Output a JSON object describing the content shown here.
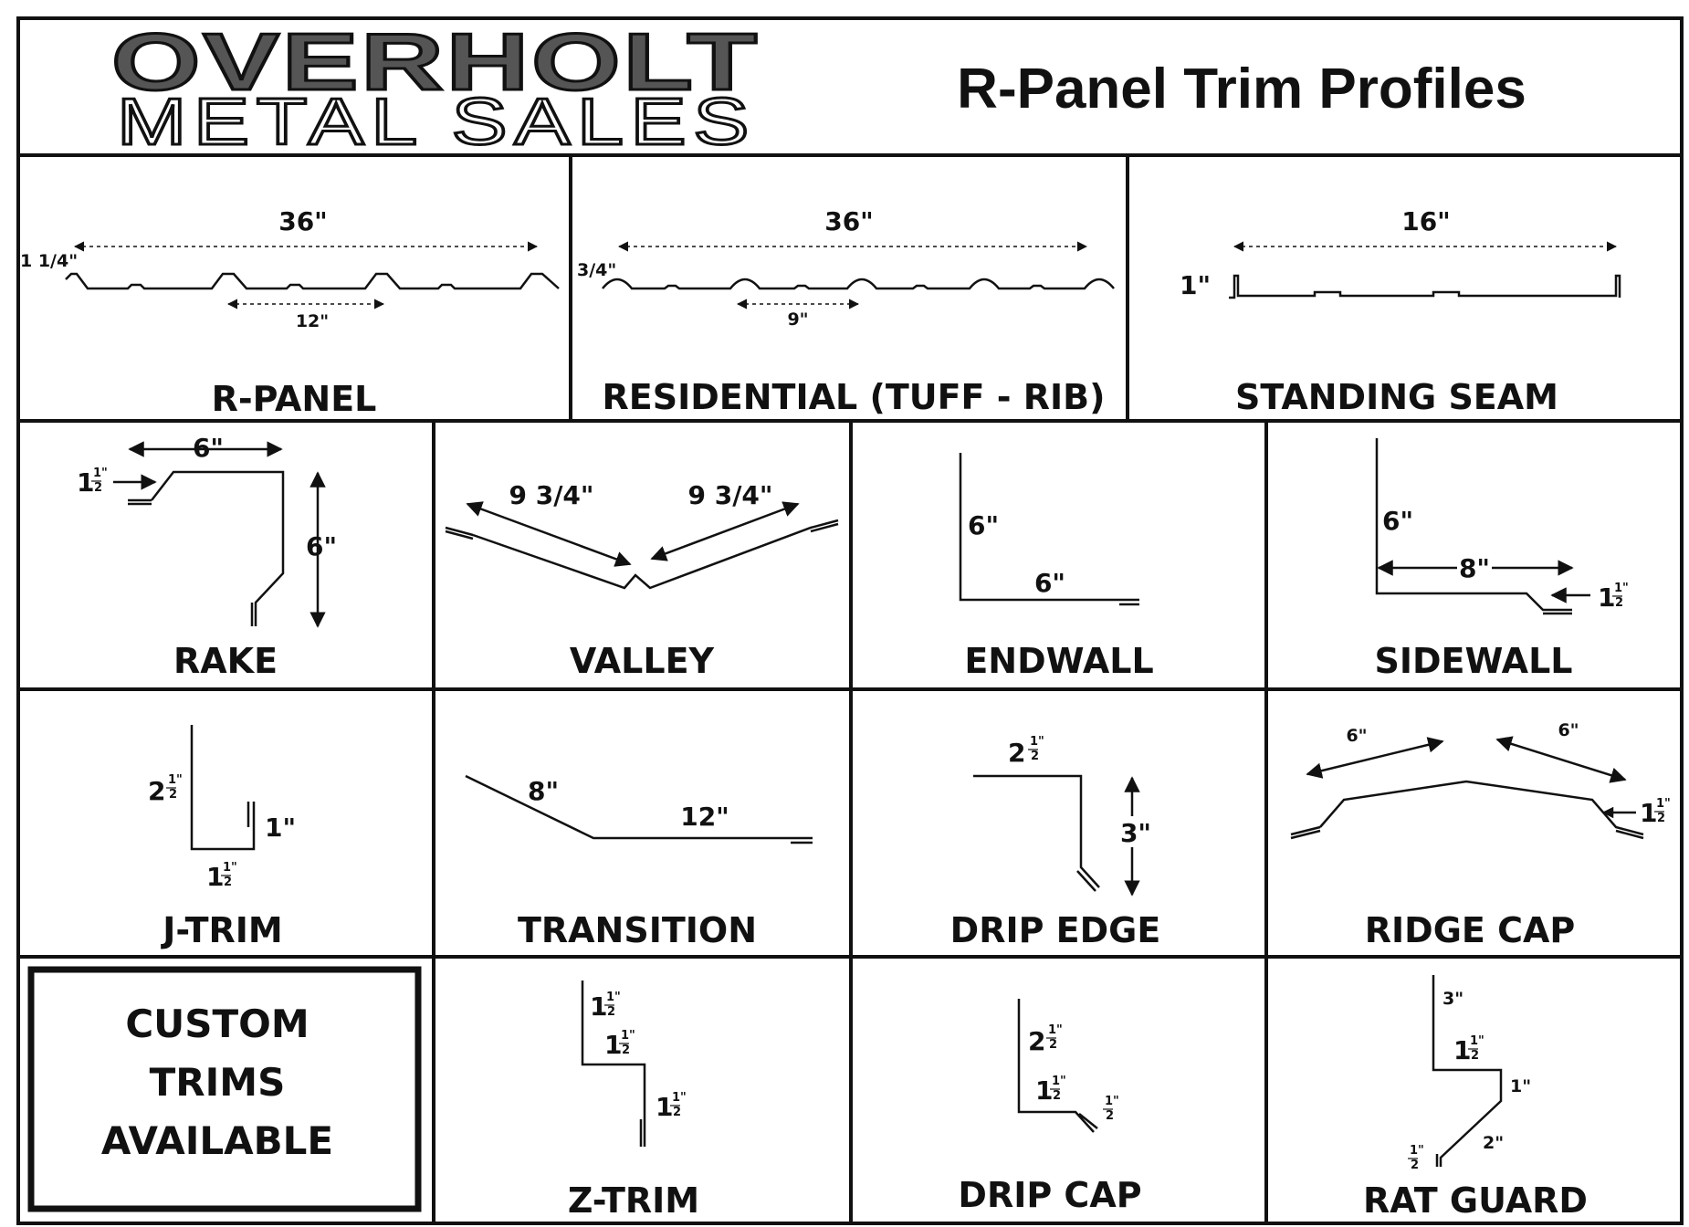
{
  "header": {
    "logo_top": "OVERHOLT",
    "logo_bottom": "METAL SALES",
    "title": "R-Panel Trim Profiles"
  },
  "panels": {
    "r_panel": {
      "label": "R-PANEL",
      "width": "36\"",
      "rib": "1 1/4\"",
      "spacing": "12\""
    },
    "residential": {
      "label": "RESIDENTIAL (TUFF - RIB)",
      "width": "36\"",
      "rib": "3/4\"",
      "spacing": "9\""
    },
    "standing_seam": {
      "label": "STANDING SEAM",
      "width": "16\"",
      "rib": "1\""
    }
  },
  "trims": {
    "rake": {
      "label": "RAKE",
      "top": "6\"",
      "side": "6\"",
      "hem": "1"
    },
    "valley": {
      "label": "VALLEY",
      "left": "9 3/4\"",
      "right": "9 3/4\""
    },
    "endwall": {
      "label": "ENDWALL",
      "vertical": "6\"",
      "horizontal": "6\""
    },
    "sidewall": {
      "label": "SIDEWALL",
      "vertical": "6\"",
      "horizontal": "8\"",
      "hem": "1"
    },
    "j_trim": {
      "label": "J-TRIM",
      "back": "2",
      "return": "1\"",
      "bottom": "1"
    },
    "transition": {
      "label": "TRANSITION",
      "slope": "8\"",
      "flat": "12\""
    },
    "drip_edge": {
      "label": "DRIP EDGE",
      "top": "2",
      "face": "3\""
    },
    "ridge_cap": {
      "label": "RIDGE CAP",
      "left": "6\"",
      "right": "6\"",
      "hem": "1"
    },
    "z_trim": {
      "label": "Z-TRIM",
      "a": "1",
      "b": "1",
      "c": "1"
    },
    "drip_cap": {
      "label": "DRIP CAP",
      "a": "2",
      "b": "1"
    },
    "rat_guard": {
      "label": "RAT GUARD",
      "a": "3\"",
      "b": "1",
      "c": "1\"",
      "d": "2\""
    }
  },
  "fractions": {
    "half_num": "1\"",
    "half_den": "2"
  },
  "custom": {
    "line1": "CUSTOM",
    "line2": "TRIMS",
    "line3": "AVAILABLE"
  }
}
